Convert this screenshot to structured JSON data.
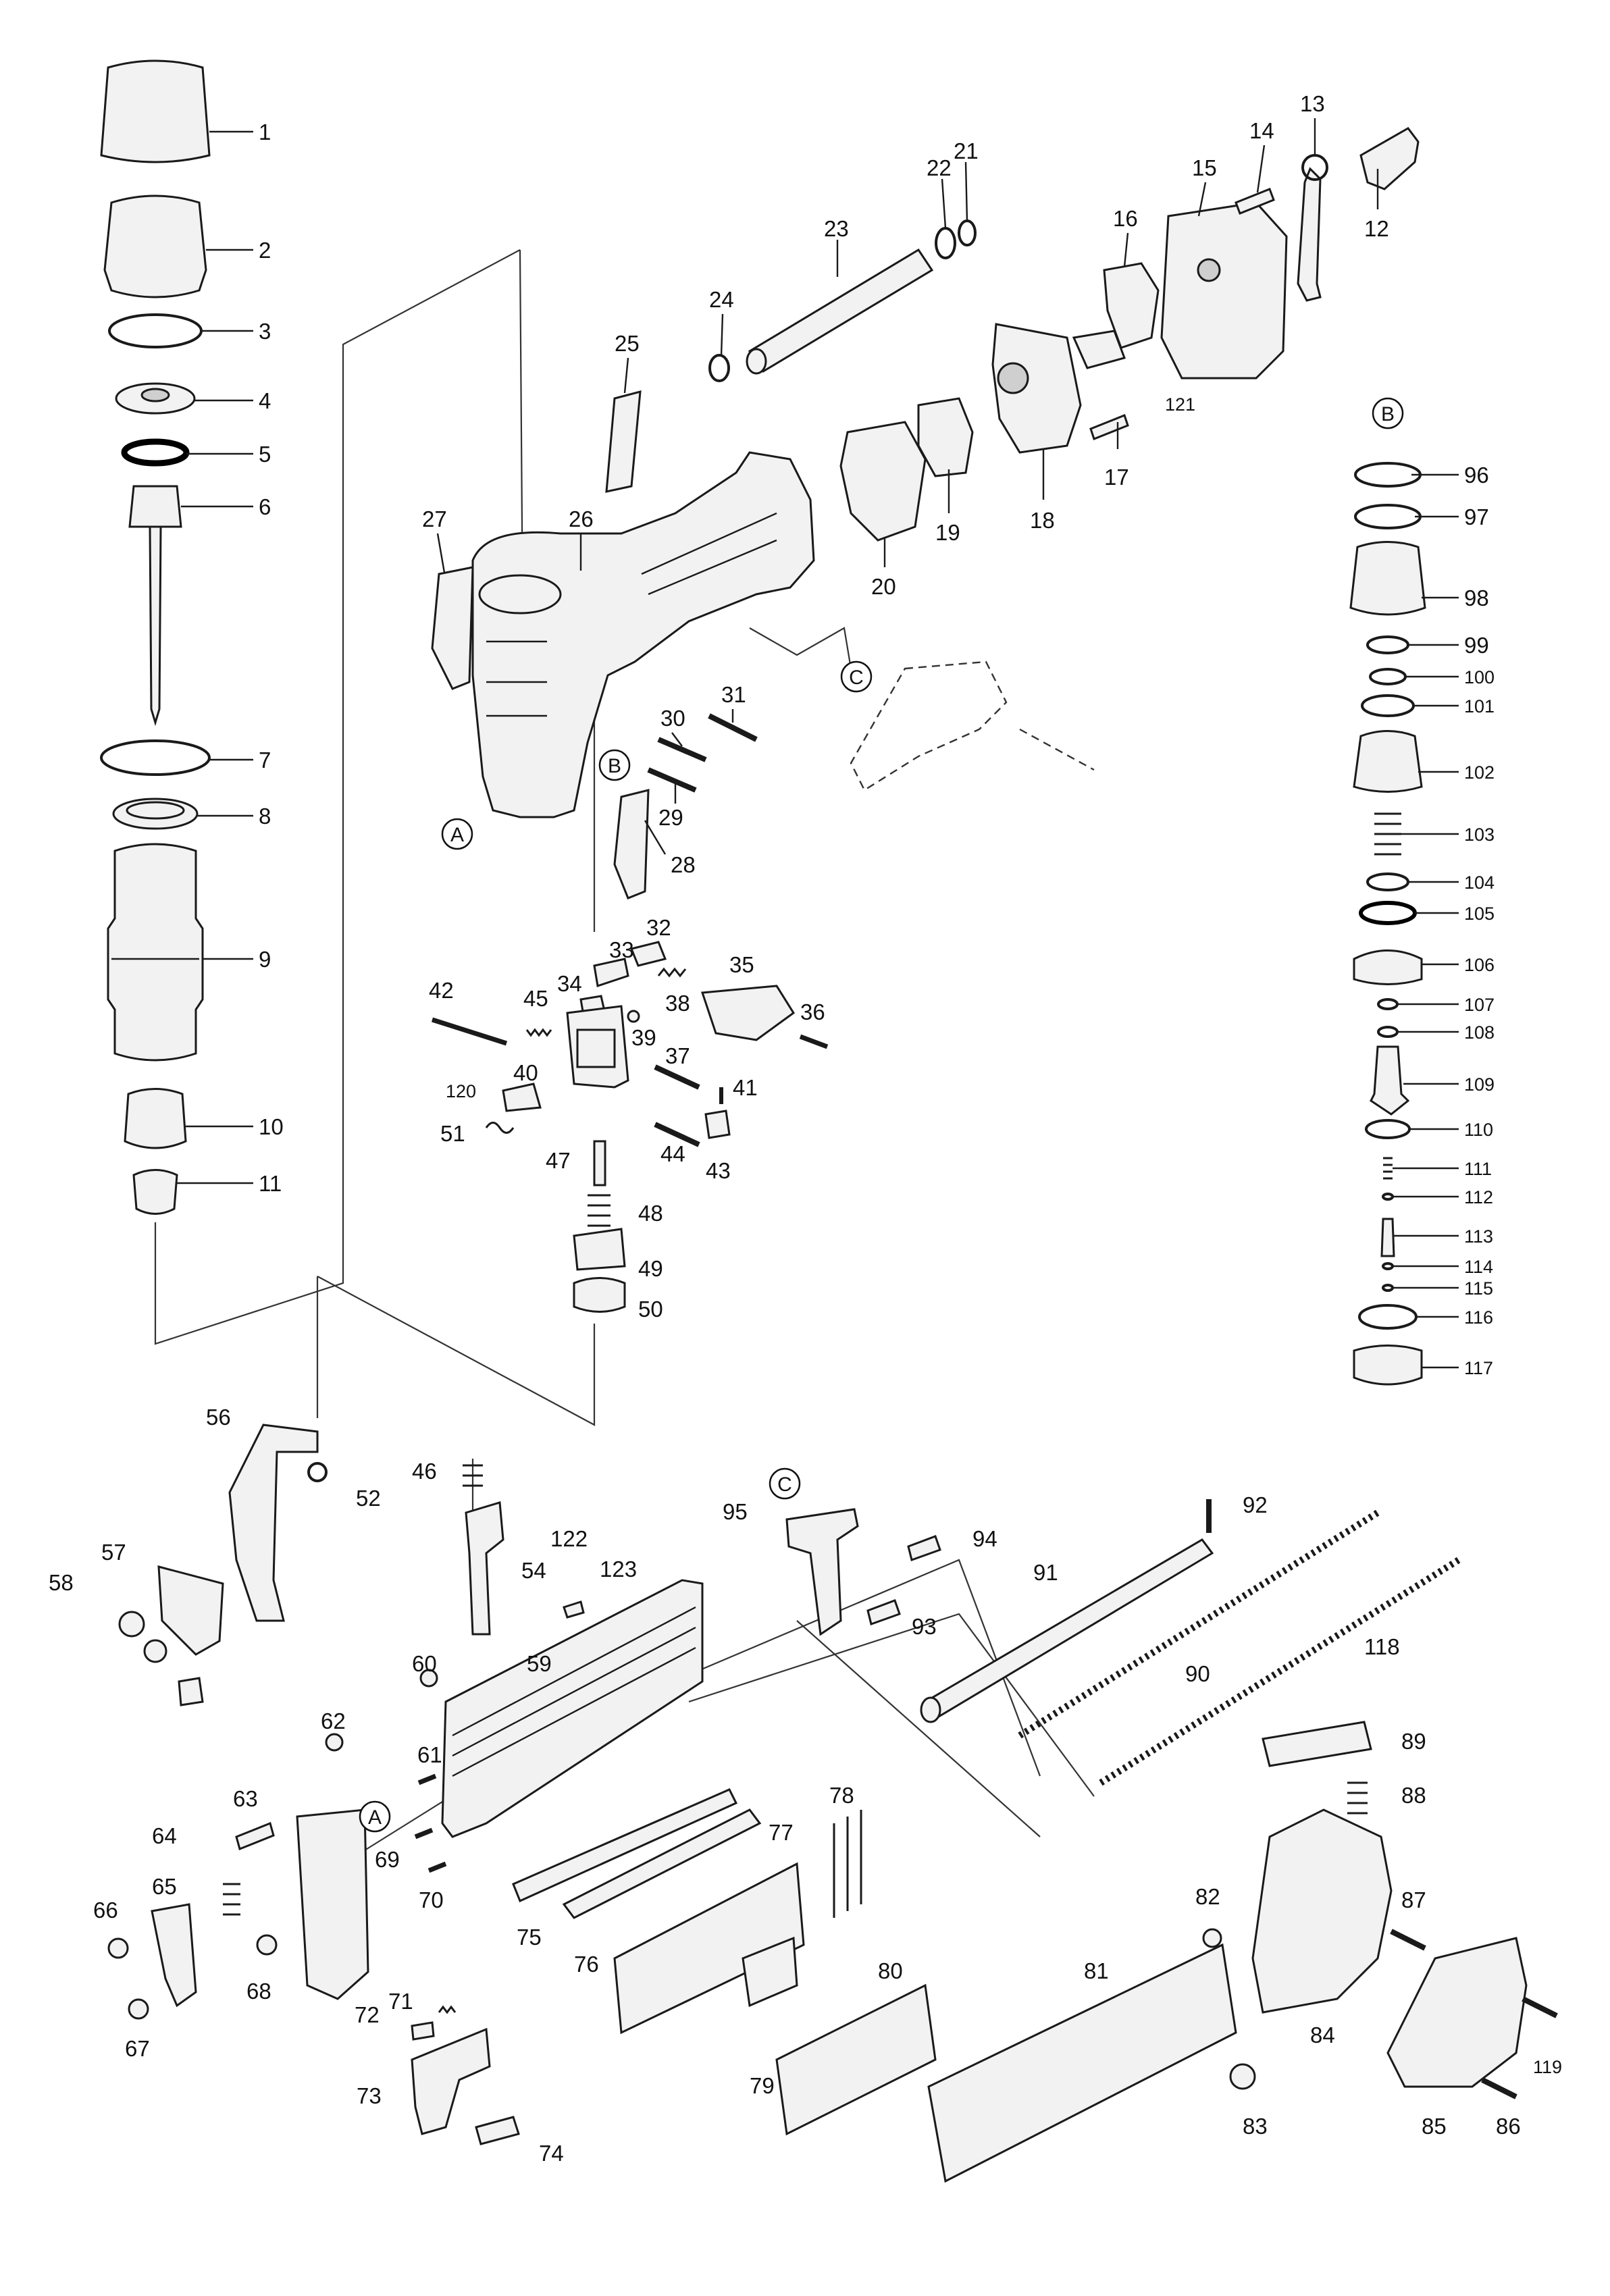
{
  "parts": [
    {
      "no": "1"
    },
    {
      "no": "2"
    },
    {
      "no": "3"
    },
    {
      "no": "4"
    },
    {
      "no": "5"
    },
    {
      "no": "6"
    },
    {
      "no": "7"
    },
    {
      "no": "8"
    },
    {
      "no": "9"
    },
    {
      "no": "10"
    },
    {
      "no": "11"
    },
    {
      "no": "12"
    },
    {
      "no": "13"
    },
    {
      "no": "14"
    },
    {
      "no": "15"
    },
    {
      "no": "16"
    },
    {
      "no": "17"
    },
    {
      "no": "18"
    },
    {
      "no": "19"
    },
    {
      "no": "20"
    },
    {
      "no": "21"
    },
    {
      "no": "22"
    },
    {
      "no": "23"
    },
    {
      "no": "24"
    },
    {
      "no": "25"
    },
    {
      "no": "26"
    },
    {
      "no": "27"
    },
    {
      "no": "28"
    },
    {
      "no": "29"
    },
    {
      "no": "30"
    },
    {
      "no": "31"
    },
    {
      "no": "32"
    },
    {
      "no": "33"
    },
    {
      "no": "34"
    },
    {
      "no": "35"
    },
    {
      "no": "36"
    },
    {
      "no": "37"
    },
    {
      "no": "38"
    },
    {
      "no": "39"
    },
    {
      "no": "40"
    },
    {
      "no": "41"
    },
    {
      "no": "42"
    },
    {
      "no": "43"
    },
    {
      "no": "44"
    },
    {
      "no": "45"
    },
    {
      "no": "46"
    },
    {
      "no": "47"
    },
    {
      "no": "48"
    },
    {
      "no": "49"
    },
    {
      "no": "50"
    },
    {
      "no": "51"
    },
    {
      "no": "52"
    },
    {
      "no": "54"
    },
    {
      "no": "56"
    },
    {
      "no": "57"
    },
    {
      "no": "58"
    },
    {
      "no": "59"
    },
    {
      "no": "60"
    },
    {
      "no": "61"
    },
    {
      "no": "62"
    },
    {
      "no": "63"
    },
    {
      "no": "64"
    },
    {
      "no": "65"
    },
    {
      "no": "66"
    },
    {
      "no": "67"
    },
    {
      "no": "68"
    },
    {
      "no": "69"
    },
    {
      "no": "70"
    },
    {
      "no": "71"
    },
    {
      "no": "72"
    },
    {
      "no": "73"
    },
    {
      "no": "74"
    },
    {
      "no": "75"
    },
    {
      "no": "76"
    },
    {
      "no": "77"
    },
    {
      "no": "78"
    },
    {
      "no": "79"
    },
    {
      "no": "80"
    },
    {
      "no": "81"
    },
    {
      "no": "82"
    },
    {
      "no": "83"
    },
    {
      "no": "84"
    },
    {
      "no": "85"
    },
    {
      "no": "86"
    },
    {
      "no": "87"
    },
    {
      "no": "88"
    },
    {
      "no": "89"
    },
    {
      "no": "90"
    },
    {
      "no": "91"
    },
    {
      "no": "92"
    },
    {
      "no": "93"
    },
    {
      "no": "94"
    },
    {
      "no": "95"
    },
    {
      "no": "96"
    },
    {
      "no": "97"
    },
    {
      "no": "98"
    },
    {
      "no": "99"
    },
    {
      "no": "100"
    },
    {
      "no": "101"
    },
    {
      "no": "102"
    },
    {
      "no": "103"
    },
    {
      "no": "104"
    },
    {
      "no": "105"
    },
    {
      "no": "106"
    },
    {
      "no": "107"
    },
    {
      "no": "108"
    },
    {
      "no": "109"
    },
    {
      "no": "110"
    },
    {
      "no": "111"
    },
    {
      "no": "112"
    },
    {
      "no": "113"
    },
    {
      "no": "114"
    },
    {
      "no": "115"
    },
    {
      "no": "116"
    },
    {
      "no": "117"
    },
    {
      "no": "118"
    },
    {
      "no": "119"
    },
    {
      "no": "120"
    },
    {
      "no": "121"
    },
    {
      "no": "122"
    },
    {
      "no": "123"
    }
  ],
  "callouts": [
    {
      "letter": "A"
    },
    {
      "letter": "B"
    },
    {
      "letter": "C"
    }
  ]
}
